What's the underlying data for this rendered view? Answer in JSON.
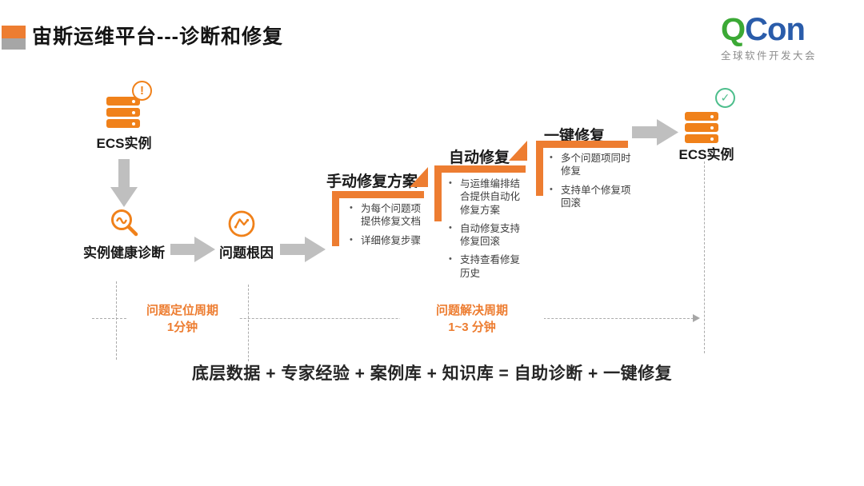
{
  "slide": {
    "title": "宙斯运维平台---诊断和修复",
    "logo": {
      "q": "Q",
      "con": "Con",
      "subtitle": "全球软件开发大会"
    }
  },
  "flow": {
    "start": {
      "label": "ECS实例",
      "badge_glyph": "!"
    },
    "diagnosis": {
      "label": "实例健康诊断"
    },
    "root_cause": {
      "label": "问题根因"
    },
    "steps": [
      {
        "title": "手动修复方案",
        "bullets": [
          "为每个问题项提供修复文档",
          "详细修复步骤"
        ]
      },
      {
        "title": "自动修复",
        "bullets": [
          "与运维编排结合提供自动化修复方案",
          "自动修复支持修复回滚",
          "支持查看修复历史"
        ]
      },
      {
        "title": "一键修复",
        "bullets": [
          "多个问题项同时修复",
          "支持单个修复项回滚"
        ]
      }
    ],
    "end": {
      "label": "ECS实例",
      "check_glyph": "✓"
    }
  },
  "timeline": {
    "locate_label": "问题定位周期",
    "locate_value": "1分钟",
    "resolve_label": "问题解决周期",
    "resolve_value": "1~3 分钟"
  },
  "footer": {
    "formula": "底层数据 + 专家经验 + 案例库 + 知识库 = 自助诊断 + 一键修复"
  },
  "colors": {
    "orange": "#ED7D31",
    "icon_orange": "#F0811A",
    "arrow_gray": "#BFBFBF",
    "green": "#4DBE8C",
    "dash_gray": "#A6A6A6",
    "q_green": "#3BA935",
    "con_blue": "#2A5CAA"
  }
}
